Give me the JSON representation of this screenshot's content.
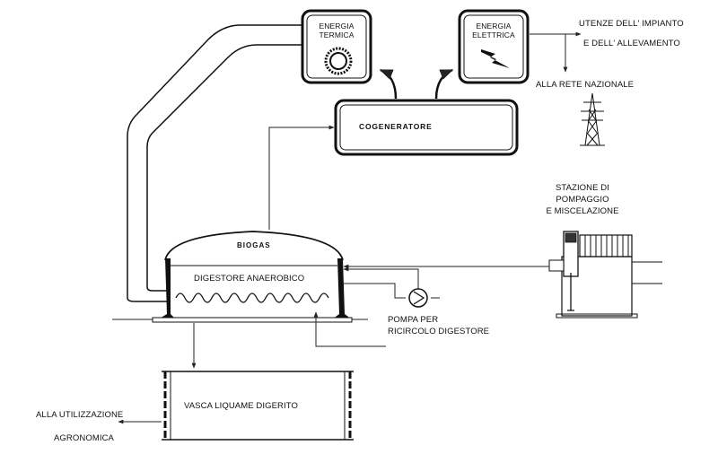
{
  "labels": {
    "thermal_energy": [
      "ENERGIA",
      "TERMICA"
    ],
    "electric_energy": [
      "ENERGIA",
      "ELETTRICA"
    ],
    "plant_users": [
      "UTENZE DELL' IMPIANTO",
      "E DELL' ALLEVAMENTO"
    ],
    "national_grid": "ALLA RETE NAZIONALE",
    "cogenerator": "COGENERATORE",
    "pumping_station": [
      "STAZIONE DI",
      "POMPAGGIO",
      "E MISCELAZIONE"
    ],
    "biogas": "BIOGAS",
    "digester": "DIGESTORE ANAEROBICO",
    "recirculation_pump": [
      "POMPA PER",
      "RICIRCOLO DIGESTORE"
    ],
    "digestate_tank": "VASCA LIQUAME DIGERITO",
    "agronomic_use": [
      "ALLA UTILIZZAZIONE",
      "AGRONOMICA"
    ]
  }
}
